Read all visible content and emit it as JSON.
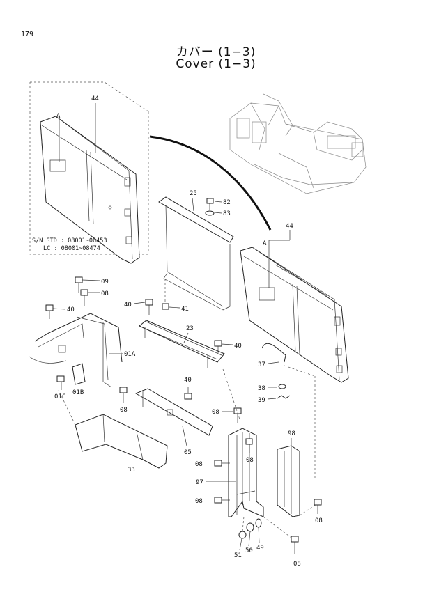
{
  "page_number": "179",
  "title_jp": "カバー (1−3)",
  "title_en": "Cover (1−3)",
  "serial_note": {
    "line1": "S/N STD : 08001~06453",
    "line2": "LC : 08001~08474"
  },
  "labels": {
    "l44a": "44",
    "l44b": "44",
    "lAa": "A",
    "lAb": "A",
    "l25": "25",
    "l82": "82",
    "l83": "83",
    "l09": "09",
    "l08a": "08",
    "l40a": "40",
    "l40b": "40",
    "l41": "41",
    "l23": "23",
    "l40c": "40",
    "l01A": "01A",
    "l01C": "01C",
    "l01B": "01B",
    "l37": "37",
    "l38": "38",
    "l39": "39",
    "l40d": "40",
    "l08b": "08",
    "l08c": "08",
    "l33": "33",
    "l05": "05",
    "l98": "98",
    "l08d": "08",
    "l08e": "08",
    "l97": "97",
    "l08f": "08",
    "l08g": "08",
    "l51": "51",
    "l50": "50",
    "l49": "49",
    "l08h": "08"
  }
}
